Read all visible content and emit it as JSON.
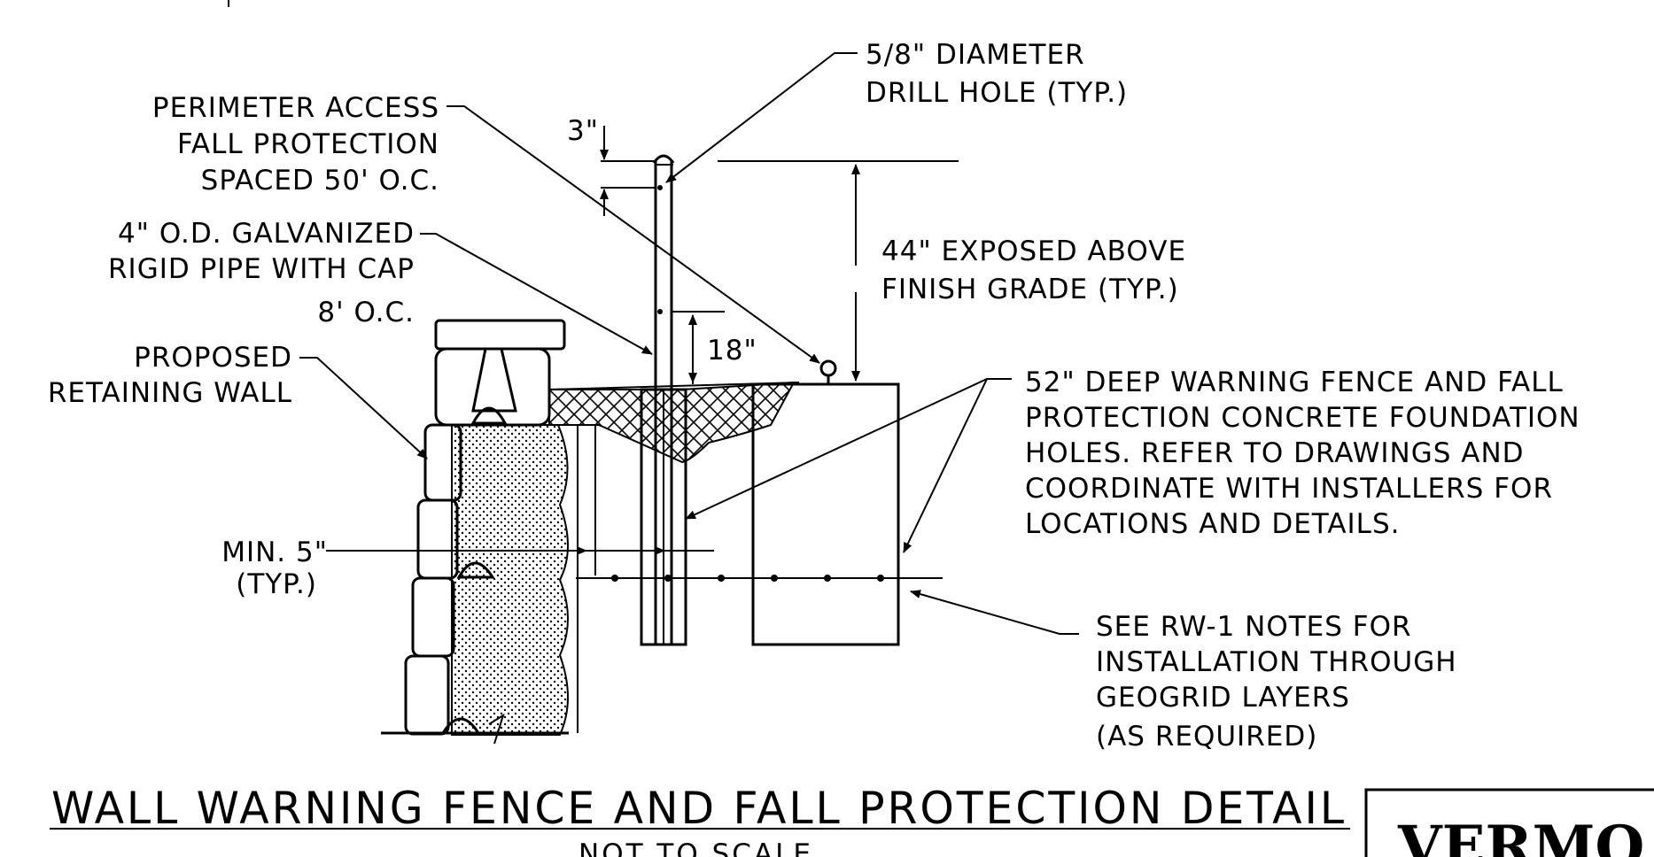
{
  "labels": {
    "drill_hole": [
      "5/8\" DIAMETER",
      "DRILL HOLE (TYP.)"
    ],
    "perimeter_access": [
      "PERIMETER ACCESS",
      "FALL PROTECTION",
      "SPACED 50' O.C."
    ],
    "pipe": [
      "4\" O.D. GALVANIZED",
      "RIGID PIPE WITH CAP",
      "8' O.C."
    ],
    "retaining_wall": [
      "PROPOSED",
      "RETAINING WALL"
    ],
    "min_5": [
      "MIN. 5\"",
      "(TYP.)"
    ],
    "exposed": [
      "44\" EXPOSED ABOVE",
      "FINISH GRADE (TYP.)"
    ],
    "foundation": [
      "52\" DEEP WARNING FENCE AND FALL",
      "PROTECTION CONCRETE FOUNDATION",
      "HOLES. REFER TO DRAWINGS AND",
      "COORDINATE WITH INSTALLERS FOR",
      "LOCATIONS AND DETAILS."
    ],
    "geogrid": [
      "SEE RW-1 NOTES FOR",
      "INSTALLATION THROUGH",
      "GEOGRID LAYERS",
      "(AS REQUIRED)"
    ],
    "dim_3": "3\"",
    "dim_18": "18\""
  },
  "title": "WALL WARNING FENCE AND FALL PROTECTION DETAIL",
  "subtitle": "NOT TO SCALE",
  "logo": "VERMO"
}
